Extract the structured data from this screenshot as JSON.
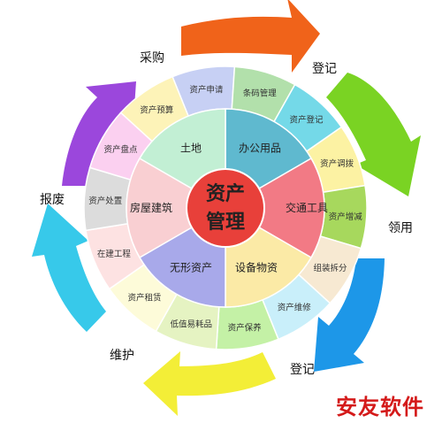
{
  "center": {
    "line1": "资产",
    "line2": "管理"
  },
  "cycle": [
    {
      "label": "采购",
      "color": "#f0631a"
    },
    {
      "label": "登记",
      "color": "#7ad323"
    },
    {
      "label": "领用",
      "color": "#1d97e8"
    },
    {
      "label": "登记",
      "color": "#f3ee37"
    },
    {
      "label": "维护",
      "color": "#37c9ea"
    },
    {
      "label": "报废",
      "color": "#9b47dc"
    }
  ],
  "categories": [
    {
      "label": "办公用品",
      "color": "#5fb9cf"
    },
    {
      "label": "交通工具",
      "color": "#f27a85"
    },
    {
      "label": "设备物资",
      "color": "#fbeaa6"
    },
    {
      "label": "无形资产",
      "color": "#a8a9ea"
    },
    {
      "label": "房屋建筑",
      "color": "#f9cfd2"
    },
    {
      "label": "土地",
      "color": "#c2efd4"
    }
  ],
  "assets": [
    {
      "label": "资产申请",
      "color": "#c7d0f4"
    },
    {
      "label": "条码管理",
      "color": "#b2e0ab"
    },
    {
      "label": "资产登记",
      "color": "#74d9e8"
    },
    {
      "label": "资产调拨",
      "color": "#fcf2a3"
    },
    {
      "label": "资产增减",
      "color": "#a7d85d"
    },
    {
      "label": "组装拆分",
      "color": "#f7e9d2"
    },
    {
      "label": "资产维修",
      "color": "#c9effa"
    },
    {
      "label": "资产保养",
      "color": "#c4f1a6"
    },
    {
      "label": "低值易耗品",
      "color": "#e5f3c2"
    },
    {
      "label": "资产租赁",
      "color": "#fdfbd9"
    },
    {
      "label": "在建工程",
      "color": "#fde2e2"
    },
    {
      "label": "资产处置",
      "color": "#dcdcdc"
    },
    {
      "label": "资产盘点",
      "color": "#fbd0f0"
    },
    {
      "label": "资产预算",
      "color": "#fdf3b8"
    }
  ],
  "brand": "安友软件"
}
